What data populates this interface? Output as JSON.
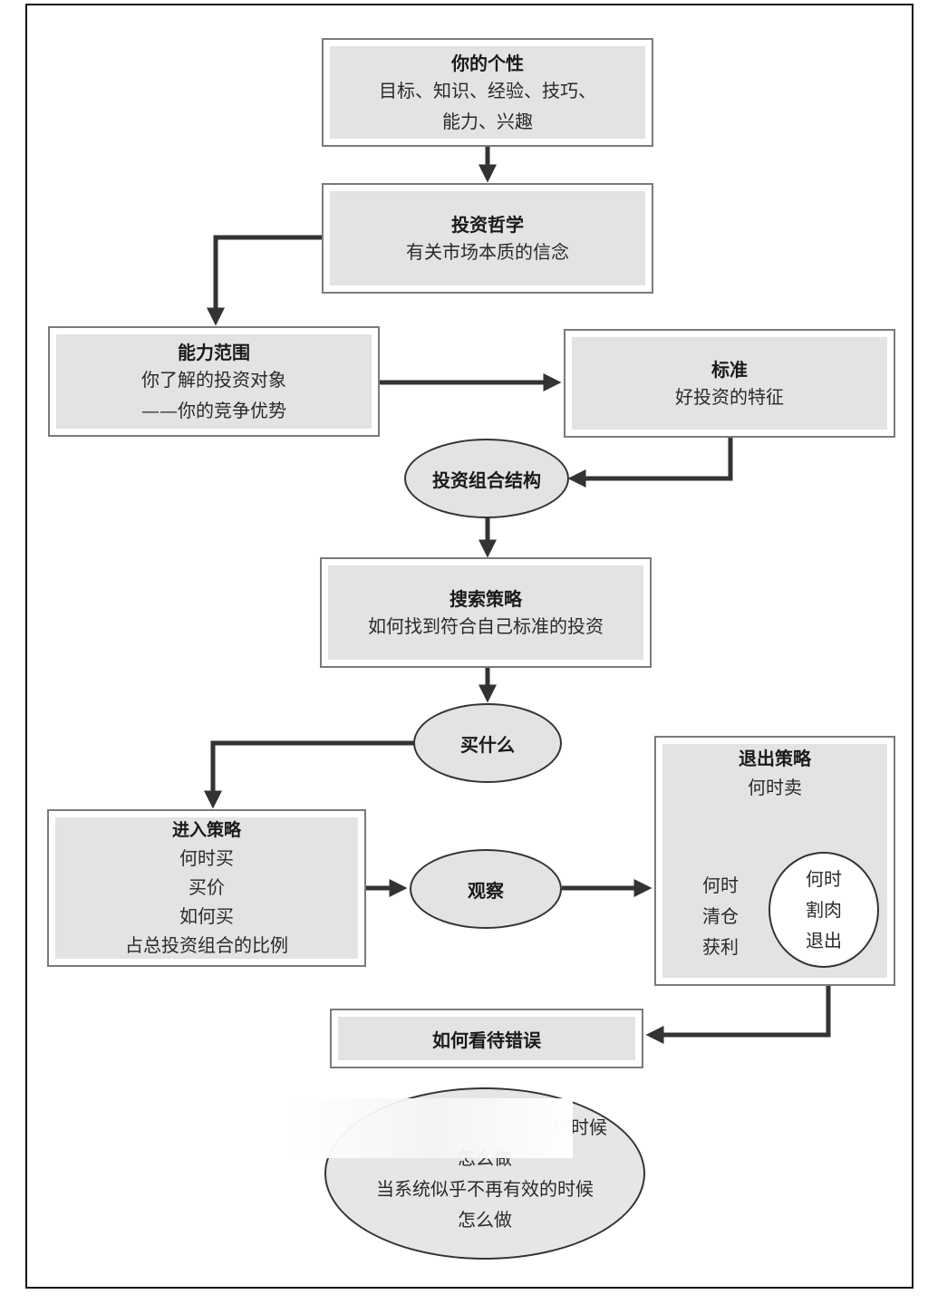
{
  "personality": {
    "title": "你的个性",
    "lines": [
      "目标、知识、经验、技巧、",
      "能力、兴趣"
    ]
  },
  "philosophy": {
    "title": "投资哲学",
    "lines": [
      "有关市场本质的信念"
    ]
  },
  "competence": {
    "title": "能力范围",
    "lines": [
      "你了解的投资对象",
      "——你的竞争优势"
    ]
  },
  "criteria": {
    "title": "标准",
    "lines": [
      "好投资的特征"
    ]
  },
  "portfolio_structure": {
    "title": "投资组合结构"
  },
  "search_strategy": {
    "title": "搜索策略",
    "lines": [
      "如何找到符合自己标准的投资"
    ]
  },
  "what_to_buy": {
    "title": "买什么"
  },
  "entry_strategy": {
    "title": "进入策略",
    "lines": [
      "何时买",
      "买价",
      "如何买",
      "占总投资组合的比例"
    ]
  },
  "observe": {
    "title": "观察"
  },
  "exit_strategy": {
    "title": "退出策略",
    "subtitle": "何时卖",
    "take_profit": [
      "何时",
      "清仓",
      "获利"
    ],
    "cut_loss": [
      "何时",
      "割肉",
      "退出"
    ]
  },
  "mistakes": {
    "title": "如何看待错误"
  },
  "system_failure": {
    "lines": [
      "的时候",
      "怎么做",
      "当系统似乎不再有效的时候",
      "怎么做"
    ]
  }
}
